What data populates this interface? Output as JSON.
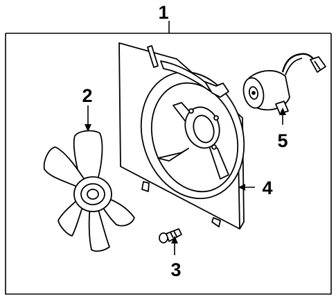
{
  "diagram": {
    "callouts": [
      "1",
      "2",
      "3",
      "4",
      "5"
    ],
    "colors": {
      "line": "#000000",
      "background": "#ffffff"
    },
    "parts": [
      {
        "callout": "1",
        "icon": "cooling-fan-assembly-frame"
      },
      {
        "callout": "2",
        "icon": "fan-blade"
      },
      {
        "callout": "3",
        "icon": "screw"
      },
      {
        "callout": "4",
        "icon": "fan-shroud"
      },
      {
        "callout": "5",
        "icon": "fan-motor"
      }
    ]
  }
}
